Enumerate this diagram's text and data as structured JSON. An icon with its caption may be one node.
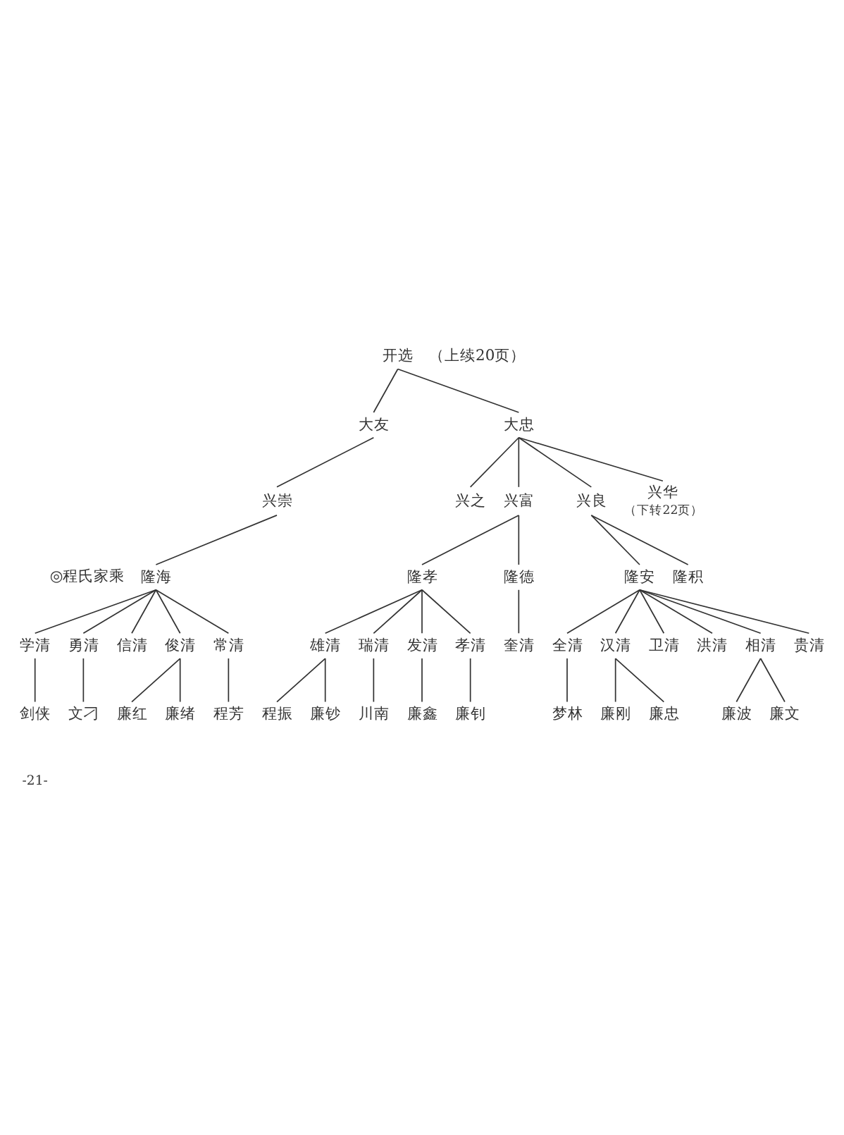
{
  "diagram": {
    "nodes": [
      {
        "text": [
          "开选"
        ]
      },
      {
        "text": [
          "大友"
        ]
      },
      {
        "text": [
          "大忠"
        ]
      },
      {
        "text": [
          "兴崇"
        ]
      },
      {
        "text": [
          "兴之"
        ]
      },
      {
        "text": [
          "兴富"
        ]
      },
      {
        "text": [
          "兴良"
        ]
      },
      {
        "text": [
          "兴华"
        ],
        "beside": [
          "（下转22页）"
        ]
      },
      {
        "text": [
          "隆海"
        ]
      },
      {
        "text": [
          "隆孝"
        ]
      },
      {
        "text": [
          "隆德"
        ]
      },
      {
        "text": [
          "隆安"
        ]
      },
      {
        "text": [
          "隆积"
        ]
      },
      {
        "text": [
          "学清"
        ]
      },
      {
        "text": [
          "勇清"
        ]
      },
      {
        "text": [
          "信清"
        ]
      },
      {
        "text": [
          "俊清"
        ]
      },
      {
        "text": [
          "常清"
        ]
      },
      {
        "text": [
          "雄清"
        ]
      },
      {
        "text": [
          "瑞清"
        ]
      },
      {
        "text": [
          "发清"
        ]
      },
      {
        "text": [
          "孝清"
        ]
      },
      {
        "text": [
          "奎清"
        ]
      },
      {
        "text": [
          "全清"
        ]
      },
      {
        "text": [
          "汉清"
        ]
      },
      {
        "text": [
          "卫清"
        ]
      },
      {
        "text": [
          "洪清"
        ]
      },
      {
        "text": [
          "相清"
        ]
      },
      {
        "text": [
          "贵清"
        ]
      },
      {
        "text": [
          "剑侠"
        ]
      },
      {
        "text": [
          "文刁"
        ]
      },
      {
        "text": [
          "廉红"
        ]
      },
      {
        "text": [
          "廉绪"
        ]
      },
      {
        "text": [
          "程芳"
        ]
      },
      {
        "text": [
          "程振"
        ]
      },
      {
        "text": [
          "廉钞"
        ]
      },
      {
        "text": [
          "川南"
        ]
      },
      {
        "text": [
          "廉鑫"
        ]
      },
      {
        "text": [
          "廉钊"
        ]
      },
      {
        "text": [
          "梦林"
        ]
      },
      {
        "text": [
          "廉刚"
        ]
      },
      {
        "text": [
          "廉忠"
        ]
      },
      {
        "text": [
          "廉波"
        ]
      },
      {
        "text": [
          "廉文"
        ]
      }
    ],
    "edges": [
      {
        "from": 0,
        "to": 1,
        "arrow": "none"
      },
      {
        "from": 0,
        "to": 2,
        "arrow": "none"
      },
      {
        "from": 1,
        "to": 3,
        "arrow": "none"
      },
      {
        "from": 2,
        "to": 4,
        "arrow": "none"
      },
      {
        "from": 2,
        "to": 5,
        "arrow": "none"
      },
      {
        "from": 2,
        "to": 6,
        "arrow": "none"
      },
      {
        "from": 2,
        "to": 7,
        "arrow": "none"
      },
      {
        "from": 3,
        "to": 8,
        "arrow": "none"
      },
      {
        "from": 5,
        "to": 9,
        "arrow": "none"
      },
      {
        "from": 5,
        "to": 10,
        "arrow": "none"
      },
      {
        "from": 6,
        "to": 11,
        "arrow": "none"
      },
      {
        "from": 6,
        "to": 12,
        "arrow": "none"
      },
      {
        "from": 8,
        "to": 13,
        "arrow": "none"
      },
      {
        "from": 8,
        "to": 14,
        "arrow": "none"
      },
      {
        "from": 8,
        "to": 15,
        "arrow": "none"
      },
      {
        "from": 8,
        "to": 16,
        "arrow": "none"
      },
      {
        "from": 8,
        "to": 17,
        "arrow": "none"
      },
      {
        "from": 9,
        "to": 18,
        "arrow": "none"
      },
      {
        "from": 9,
        "to": 19,
        "arrow": "none"
      },
      {
        "from": 9,
        "to": 20,
        "arrow": "none"
      },
      {
        "from": 9,
        "to": 21,
        "arrow": "none"
      },
      {
        "from": 10,
        "to": 22,
        "arrow": "none"
      },
      {
        "from": 11,
        "to": 23,
        "arrow": "none"
      },
      {
        "from": 11,
        "to": 24,
        "arrow": "none"
      },
      {
        "from": 11,
        "to": 25,
        "arrow": "none"
      },
      {
        "from": 11,
        "to": 26,
        "arrow": "none"
      },
      {
        "from": 11,
        "to": 27,
        "arrow": "none"
      },
      {
        "from": 11,
        "to": 28,
        "arrow": "none"
      },
      {
        "from": 13,
        "to": 29,
        "arrow": "none"
      },
      {
        "from": 14,
        "to": 30,
        "arrow": "none"
      },
      {
        "from": 16,
        "to": 31,
        "arrow": "none"
      },
      {
        "from": 16,
        "to": 32,
        "arrow": "none"
      },
      {
        "from": 17,
        "to": 33,
        "arrow": "none"
      },
      {
        "from": 18,
        "to": 34,
        "arrow": "none"
      },
      {
        "from": 18,
        "to": 35,
        "arrow": "none"
      },
      {
        "from": 19,
        "to": 36,
        "arrow": "none"
      },
      {
        "from": 20,
        "to": 37,
        "arrow": "none"
      },
      {
        "from": 21,
        "to": 38,
        "arrow": "none"
      },
      {
        "from": 23,
        "to": 39,
        "arrow": "none"
      },
      {
        "from": 24,
        "to": 40,
        "arrow": "none"
      },
      {
        "from": 24,
        "to": 41,
        "arrow": "none"
      },
      {
        "from": 27,
        "to": 42,
        "arrow": "none"
      },
      {
        "from": 27,
        "to": 43,
        "arrow": "none"
      }
    ],
    "labels": [
      "（上续20页）",
      "◎程氏家乘",
      "-21-"
    ]
  }
}
